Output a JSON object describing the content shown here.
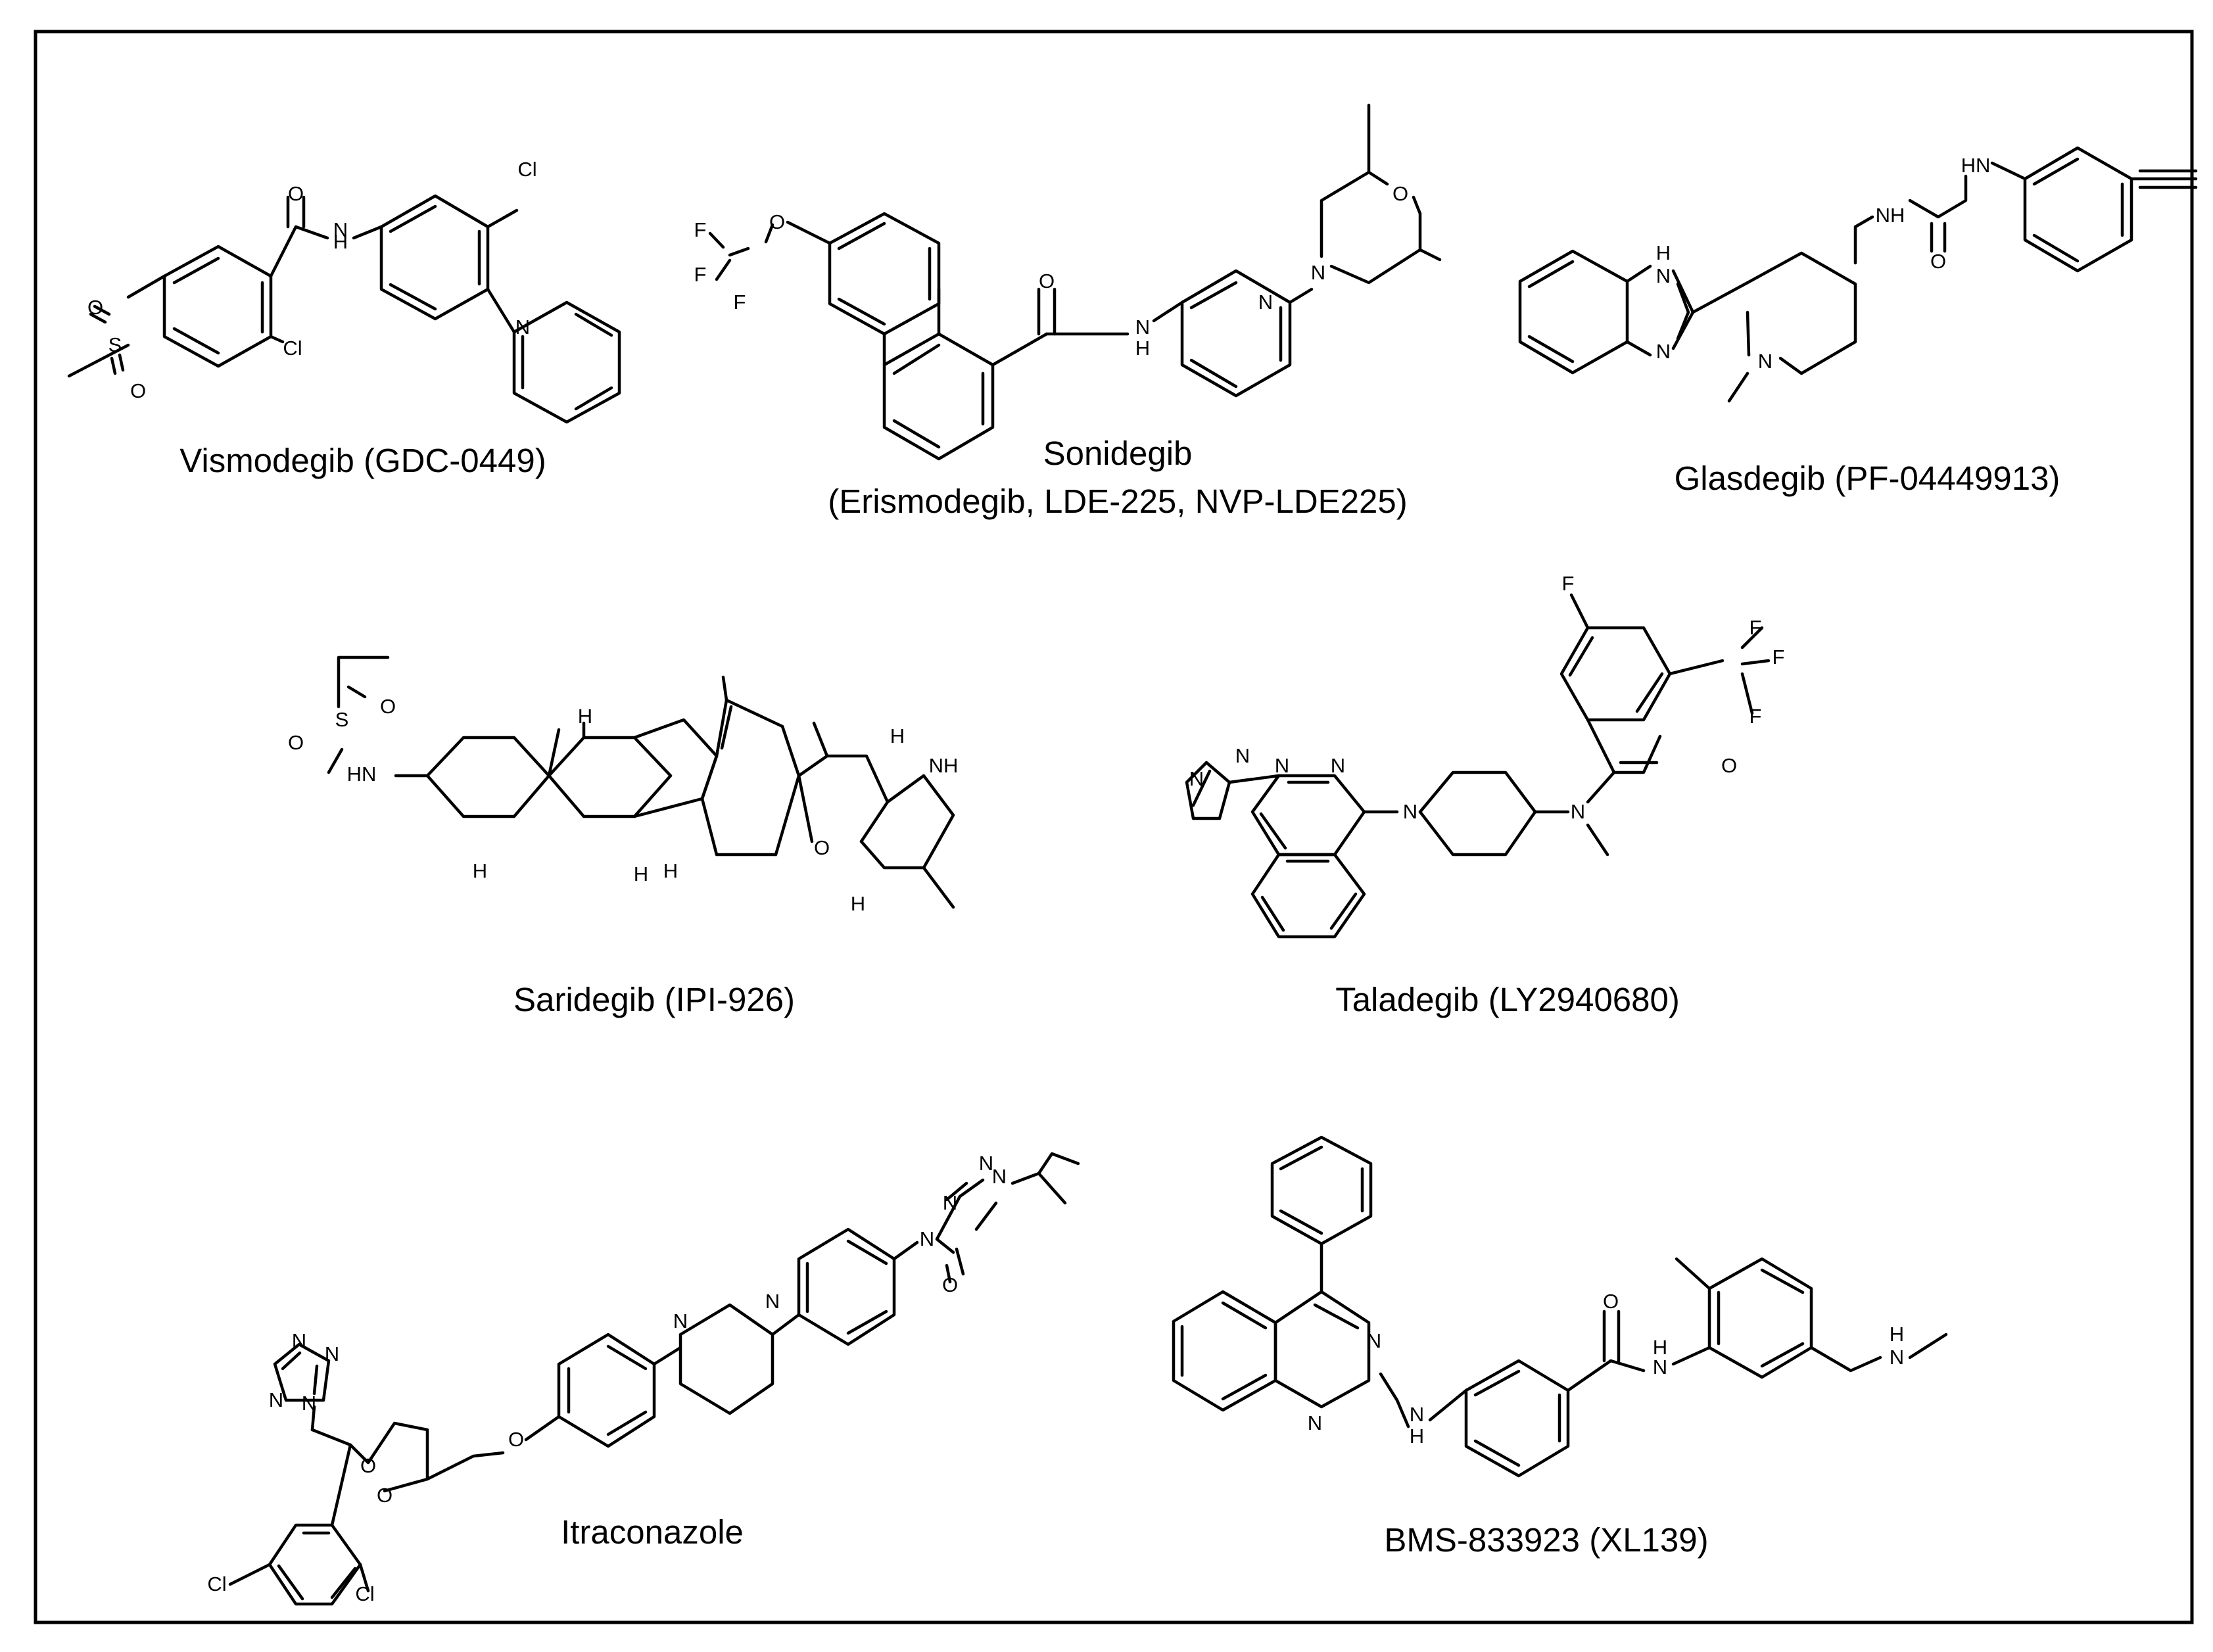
{
  "figure": {
    "compounds": [
      {
        "id": "vismodegib",
        "lines": [
          "Vismodegib (GDC-0449)"
        ]
      },
      {
        "id": "sonidegib",
        "lines": [
          "Sonidegib",
          "(Erismodegib, LDE-225, NVP-LDE225)"
        ]
      },
      {
        "id": "glasdegib",
        "lines": [
          "Glasdegib (PF-04449913)"
        ]
      },
      {
        "id": "saridegib",
        "lines": [
          "Saridegib (IPI-926)"
        ]
      },
      {
        "id": "taladegib",
        "lines": [
          "Taladegib (LY2940680)"
        ]
      },
      {
        "id": "itraconazole",
        "lines": [
          "Itraconazole"
        ]
      },
      {
        "id": "bms833923",
        "lines": [
          "BMS-833923 (XL139)"
        ]
      }
    ],
    "atom_labels": [
      "O",
      "N",
      "H",
      "HN",
      "NH",
      "S",
      "Cl",
      "F"
    ]
  }
}
